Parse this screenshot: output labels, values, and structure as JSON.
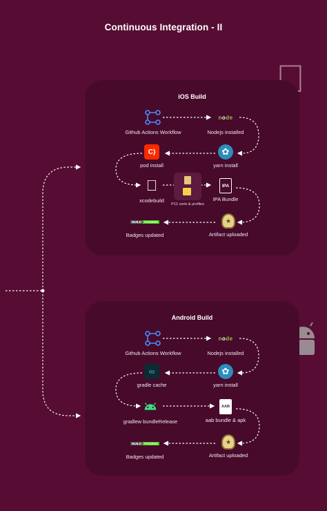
{
  "title": "Continuous Integration - II",
  "colors": {
    "background": "#570d33",
    "card": "#470a2a",
    "connector": "#ffffff"
  },
  "ios": {
    "title": "iOS Build",
    "nodes": {
      "github_actions": {
        "label": "Github Actions Workflow",
        "icon": "github-actions-icon"
      },
      "nodejs": {
        "label": "Nodejs installed",
        "icon": "nodejs-icon"
      },
      "pod_install": {
        "label": "pod install",
        "icon": "cocoapods-icon"
      },
      "yarn_install": {
        "label": "yarn install",
        "icon": "yarn-icon"
      },
      "xcodebuild": {
        "label": "xcodebuild",
        "icon": "apple-icon"
      },
      "p12": {
        "label": "P12 certs & profiles",
        "icon": "certificate-icon"
      },
      "ipa_bundle": {
        "label": "IPA Bundle",
        "icon": "ipa-file-icon",
        "glyph": "IPA"
      },
      "badges": {
        "label": "Badges updated",
        "icon": "build-passing-badge-icon",
        "badge_left": "BUILD",
        "badge_right": "PASSING"
      },
      "artifact": {
        "label": "Artifact uploaded",
        "icon": "trophy-icon"
      }
    }
  },
  "android": {
    "title": "Android Build",
    "nodes": {
      "github_actions": {
        "label": "Github Actions Workflow",
        "icon": "github-actions-icon"
      },
      "nodejs": {
        "label": "Nodejs installed",
        "icon": "nodejs-icon"
      },
      "gradle_cache": {
        "label": "gradle cache",
        "icon": "gradle-icon"
      },
      "yarn_install": {
        "label": "yarn install",
        "icon": "yarn-icon"
      },
      "gradlew": {
        "label": "gradlew bundleRelease",
        "icon": "android-icon"
      },
      "aab_bundle": {
        "label": "aab bundle & apk",
        "icon": "aab-file-icon",
        "glyph": "AAB"
      },
      "badges": {
        "label": "Badges updated",
        "icon": "build-passing-badge-icon",
        "badge_left": "BUILD",
        "badge_right": "PASSING"
      },
      "artifact": {
        "label": "Artifact uploaded",
        "icon": "trophy-icon"
      }
    }
  },
  "decorations": {
    "apple_logo": "apple-logo-icon",
    "android_logo": "android-logo-icon"
  }
}
